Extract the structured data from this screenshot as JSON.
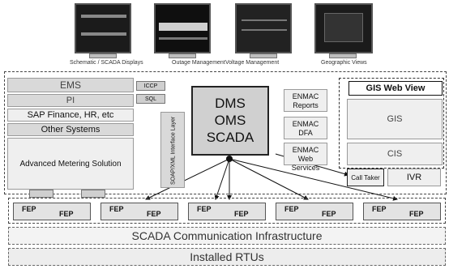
{
  "monitors": [
    {
      "caption": "Schematic / SCADA Displays"
    },
    {
      "caption": "Outage Management"
    },
    {
      "caption": "Voltage Management"
    },
    {
      "caption": "Geographic Views"
    }
  ],
  "left_systems": {
    "ems": "EMS",
    "pi": "PI",
    "sap": "SAP Finance, HR, etc",
    "other": "Other Systems",
    "ams": "Advanced Metering Solution"
  },
  "adapters": {
    "iccp": "ICCP",
    "sql": "SQL",
    "soap": "SOAP/XML Interface Layer"
  },
  "core": {
    "line1": "DMS",
    "line2": "OMS",
    "line3": "SCADA"
  },
  "enmac": [
    {
      "line1": "ENMAC",
      "line2": "Reports"
    },
    {
      "line1": "ENMAC",
      "line2": "DFA"
    },
    {
      "line1": "ENMAC",
      "line2": "Web Services"
    }
  ],
  "right_systems": {
    "gis_web_view": "GIS Web View",
    "gis": "GIS",
    "cis": "CIS",
    "call_taker": "Call Taker",
    "ivr": "IVR"
  },
  "fep_label": "FEP",
  "bottom": {
    "comm": "SCADA Communication Infrastructure",
    "rtus": "Installed RTUs"
  }
}
